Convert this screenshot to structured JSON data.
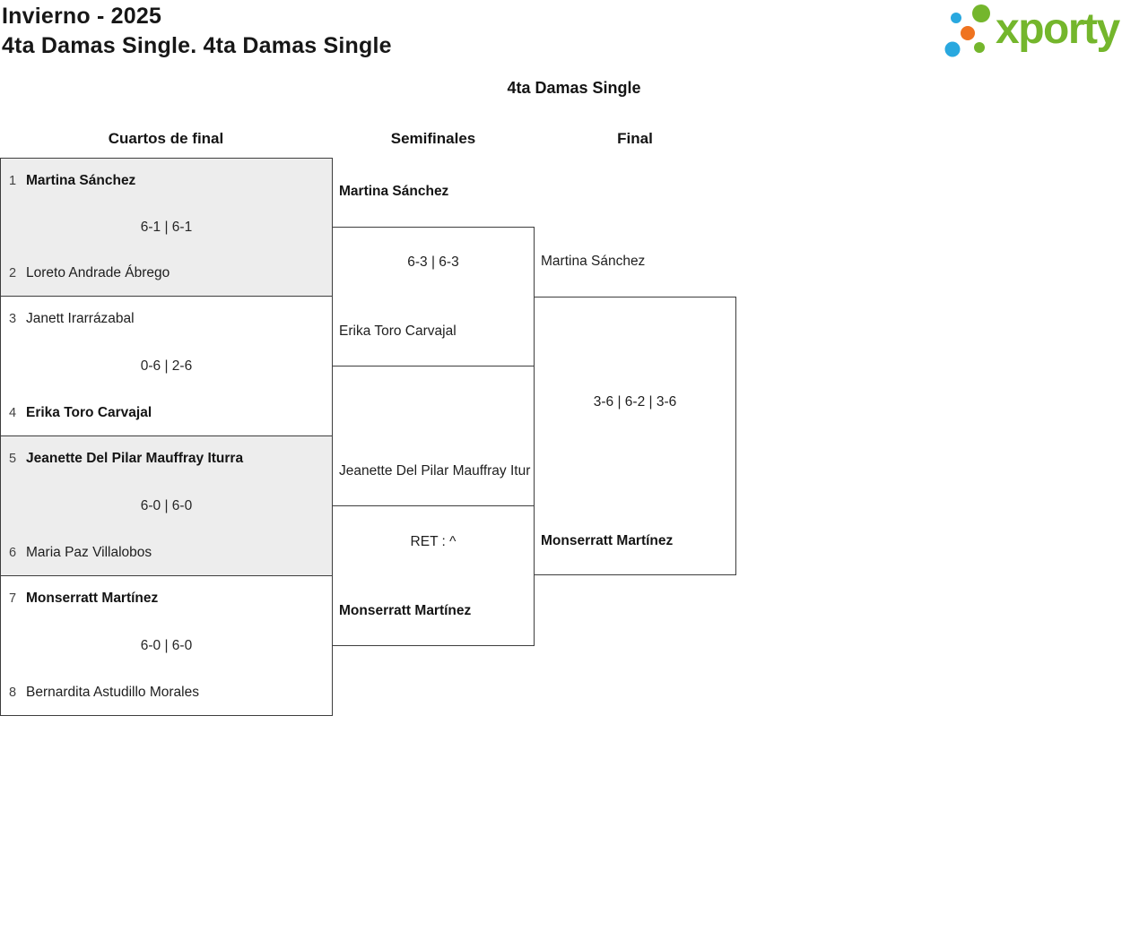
{
  "header": {
    "tournament_title": "Invierno - 2025",
    "category_title": "4ta Damas Single. 4ta Damas Single",
    "logo": {
      "brand": "xporty",
      "colors": {
        "green": "#74b62c",
        "blue": "#29a8df",
        "orange": "#ef7320"
      }
    }
  },
  "bracket": {
    "title": "4ta Damas Single",
    "rounds": [
      {
        "label": "Cuartos de final"
      },
      {
        "label": "Semifinales"
      },
      {
        "label": "Final"
      }
    ],
    "quarterfinals": [
      {
        "seed1": "1",
        "player1": "Martina Sánchez",
        "score": "6-1 | 6-1",
        "seed2": "2",
        "player2": "Loreto Andrade Ábrego",
        "winner": "p1"
      },
      {
        "seed1": "3",
        "player1": "Janett Irarrázabal",
        "score": "0-6 | 2-6",
        "seed2": "4",
        "player2": "Erika Toro Carvajal",
        "winner": "p2"
      },
      {
        "seed1": "5",
        "player1": "Jeanette Del Pilar Mauffray Iturra",
        "score": "6-0 | 6-0",
        "seed2": "6",
        "player2": "Maria Paz Villalobos",
        "winner": "p1"
      },
      {
        "seed1": "7",
        "player1": "Monserratt Martínez",
        "score": "6-0 | 6-0",
        "seed2": "8",
        "player2": "Bernardita Astudillo Morales",
        "winner": "p1"
      }
    ],
    "semifinals": [
      {
        "player1": "Martina Sánchez",
        "score": "6-3 | 6-3",
        "player2": "Erika Toro Carvajal",
        "winner": "p1"
      },
      {
        "player1": "Jeanette Del Pilar Mauffray Itur",
        "score": "RET : ^",
        "player2": "Monserratt Martínez",
        "winner": "p2"
      }
    ],
    "final": {
      "player1": "Martina Sánchez",
      "score": "3-6 | 6-2 | 3-6",
      "player2": "Monserratt Martínez",
      "winner": "p2"
    }
  }
}
